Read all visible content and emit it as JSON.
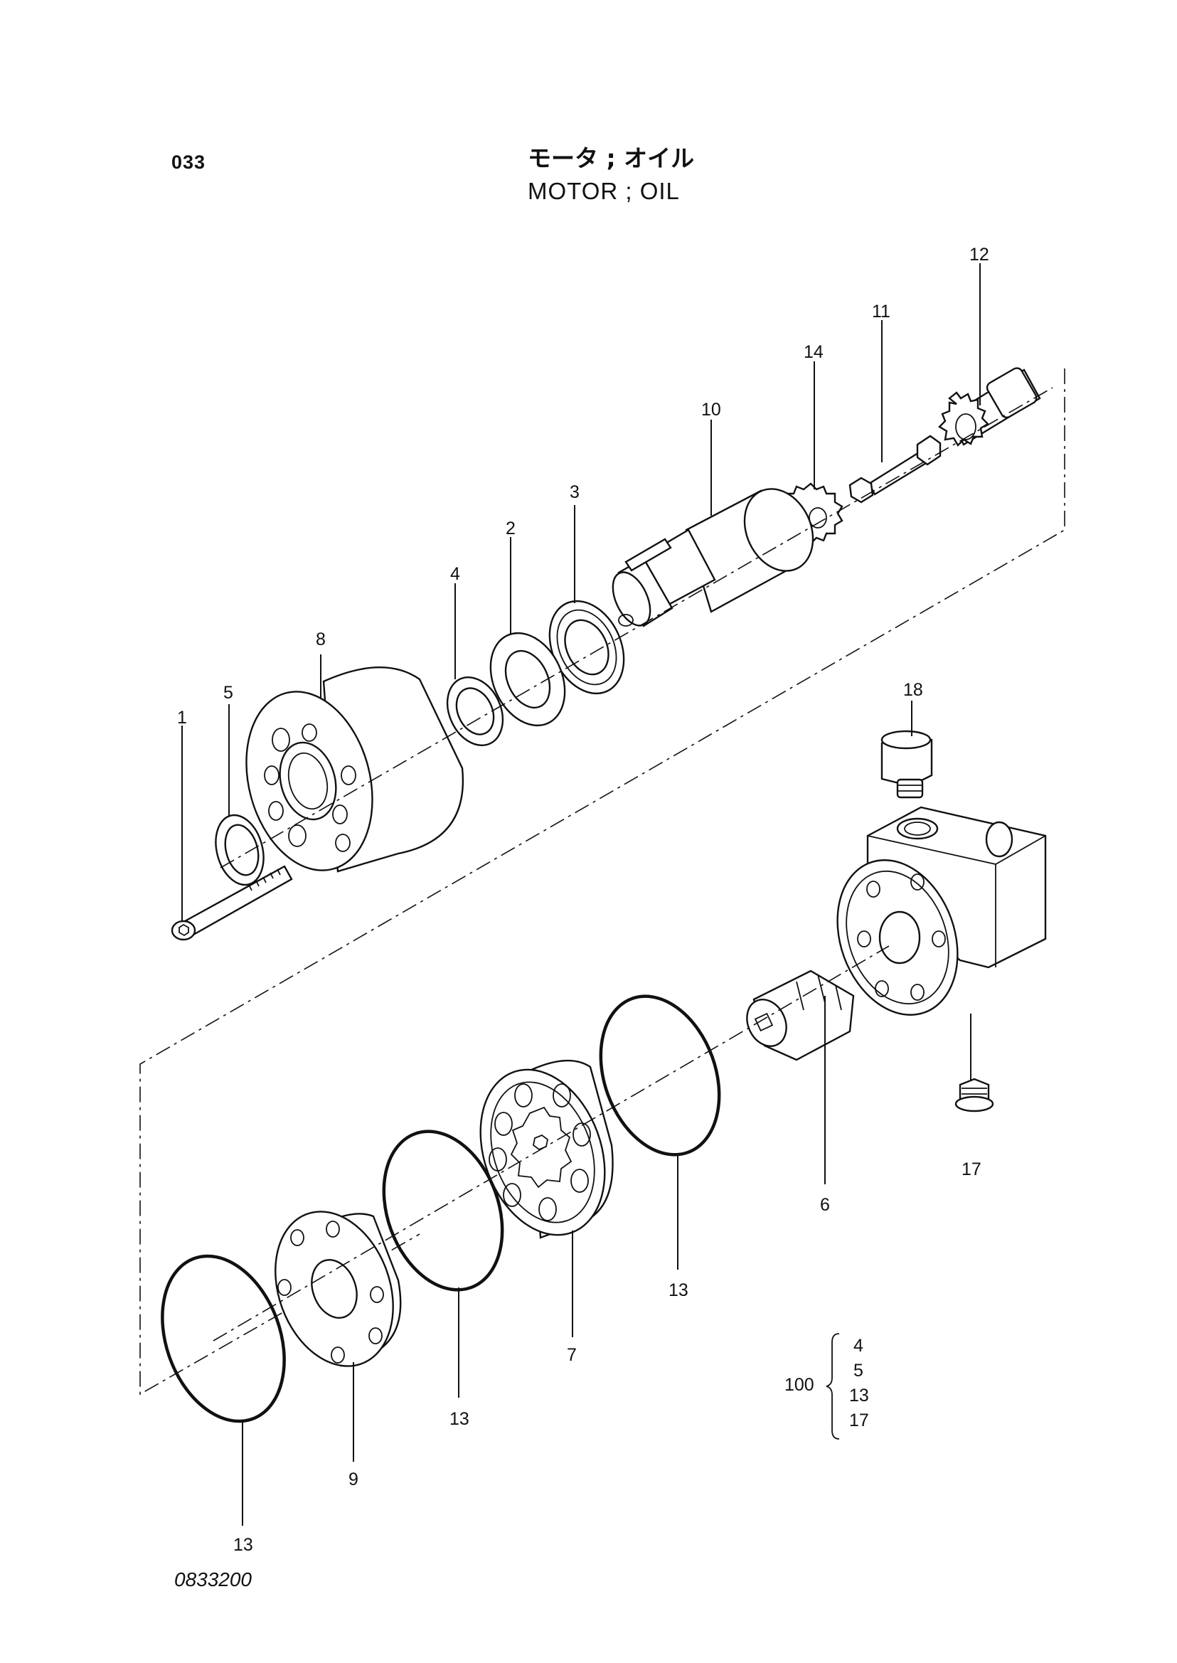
{
  "header": {
    "page_number": "033",
    "title_japanese": "モータ ; オイル",
    "title_english": "MOTOR ; OIL"
  },
  "footer": {
    "drawing_number": "0833200"
  },
  "callouts": [
    {
      "id": "1",
      "label": "1"
    },
    {
      "id": "2",
      "label": "2"
    },
    {
      "id": "3",
      "label": "3"
    },
    {
      "id": "4",
      "label": "4"
    },
    {
      "id": "5",
      "label": "5"
    },
    {
      "id": "6",
      "label": "6"
    },
    {
      "id": "7",
      "label": "7"
    },
    {
      "id": "8",
      "label": "8"
    },
    {
      "id": "9",
      "label": "9"
    },
    {
      "id": "10",
      "label": "10"
    },
    {
      "id": "11",
      "label": "11"
    },
    {
      "id": "12",
      "label": "12"
    },
    {
      "id": "13a",
      "label": "13"
    },
    {
      "id": "13b",
      "label": "13"
    },
    {
      "id": "13c",
      "label": "13"
    },
    {
      "id": "13d",
      "label": "13"
    },
    {
      "id": "14",
      "label": "14"
    },
    {
      "id": "17",
      "label": "17"
    },
    {
      "id": "18",
      "label": "18"
    }
  ],
  "kit": {
    "number": "100",
    "items": [
      "4",
      "5",
      "13",
      "17"
    ]
  }
}
